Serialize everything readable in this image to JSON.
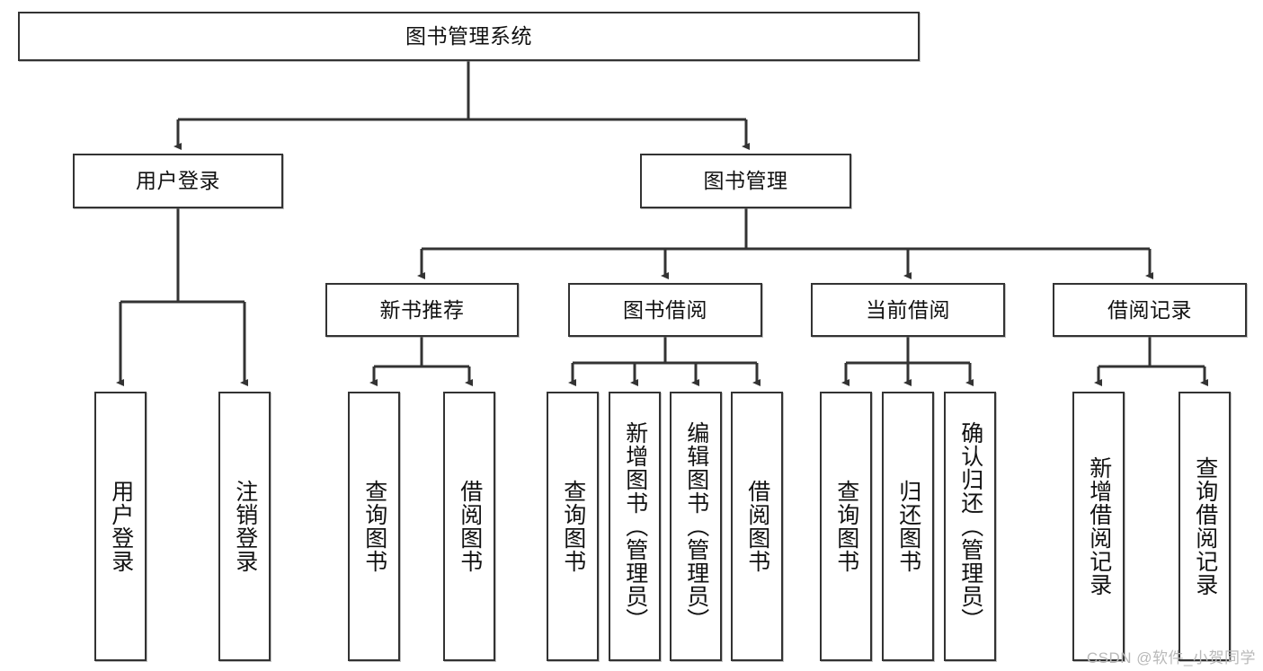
{
  "diagram": {
    "title": "图书管理系统",
    "type": "tree-hierarchy",
    "watermark": "CSDN @软件_小贺同学",
    "colors": {
      "box_border": "#333333",
      "box_fill": "#ffffff",
      "connector": "#333333",
      "text": "#111111",
      "watermark": "#b9b9b9"
    },
    "nodes": {
      "root": {
        "label": "图书管理系统"
      },
      "level2": [
        {
          "label": "用户登录"
        },
        {
          "label": "图书管理"
        }
      ],
      "level3": [
        {
          "label": "新书推荐"
        },
        {
          "label": "图书借阅"
        },
        {
          "label": "当前借阅"
        },
        {
          "label": "借阅记录"
        }
      ],
      "leaves": {
        "user_login": [
          {
            "label": "用户登录"
          },
          {
            "label": "注销登录"
          }
        ],
        "new_book_recommend": [
          {
            "label": "查询图书"
          },
          {
            "label": "借阅图书"
          }
        ],
        "book_borrow": [
          {
            "label": "查询图书"
          },
          {
            "label": "新增图书（管理员）"
          },
          {
            "label": "编辑图书（管理员）"
          },
          {
            "label": "借阅图书"
          }
        ],
        "current_borrow": [
          {
            "label": "查询图书"
          },
          {
            "label": "归还图书"
          },
          {
            "label": "确认归还（管理员）"
          }
        ],
        "borrow_record": [
          {
            "label": "新增借阅记录"
          },
          {
            "label": "查询借阅记录"
          }
        ]
      }
    }
  }
}
